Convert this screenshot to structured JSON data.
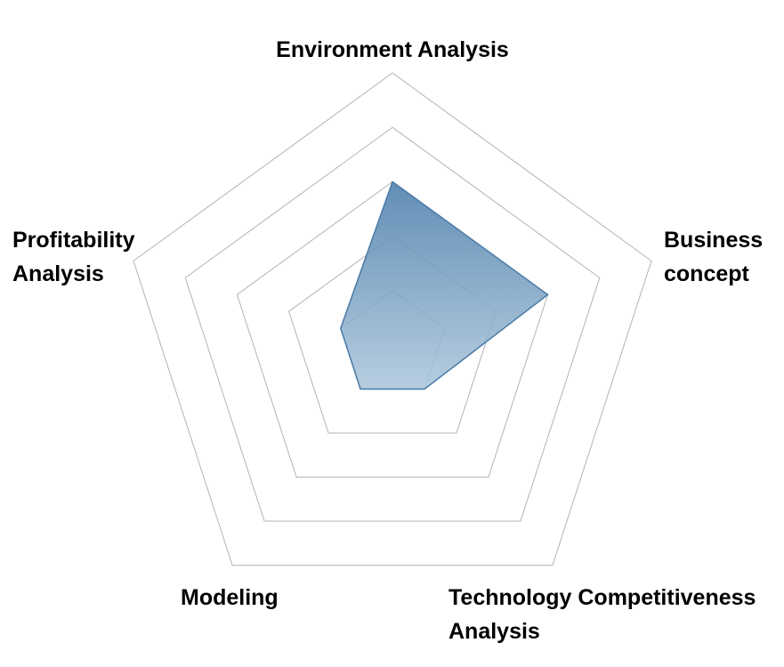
{
  "chart_data": {
    "type": "radar",
    "categories": [
      "Environment Analysis",
      "Business concept",
      "Technology Competitiveness Analysis",
      "Modeling",
      "Profitability Analysis"
    ],
    "category_label_lines": [
      [
        "Environment Analysis"
      ],
      [
        "Business",
        "concept"
      ],
      [
        "Technology Competitiveness",
        "Analysis"
      ],
      [
        "Modeling"
      ],
      [
        "Profitability",
        "Analysis"
      ]
    ],
    "series": [
      {
        "values": [
          3,
          3,
          1,
          1,
          1
        ]
      }
    ],
    "rmax": 5,
    "rings": [
      1,
      2,
      3,
      4,
      5
    ],
    "grid": true,
    "legend": "none",
    "colors": {
      "fill_top": "#4f81ad",
      "fill_bottom": "#a9c4da",
      "stroke": "#4a7aa6",
      "grid": "#b3b3b3"
    }
  }
}
